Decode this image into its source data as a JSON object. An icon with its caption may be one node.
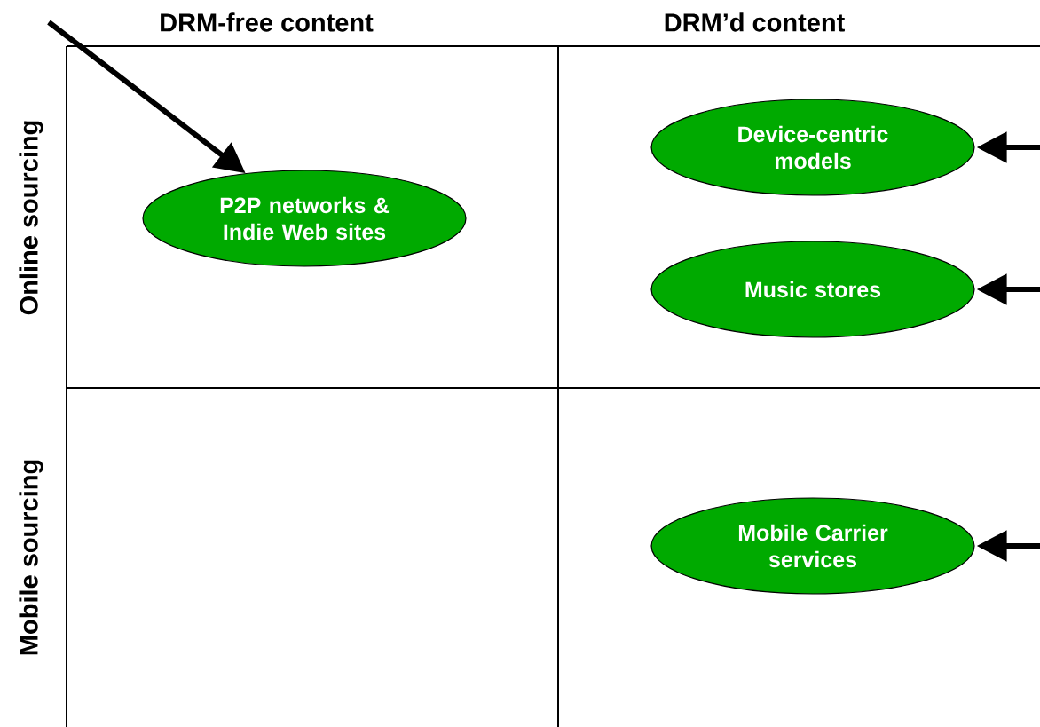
{
  "diagram": {
    "nodes": [
      {
        "text": [
          "P2P networks & Indie Web sites"
        ]
      },
      {
        "text": [
          "Device-centric models"
        ]
      },
      {
        "text": [
          "Music stores"
        ]
      },
      {
        "text": [
          "Mobile Carrier services"
        ]
      }
    ],
    "edges": [
      {
        "from": null,
        "to": 0,
        "arrow": "to"
      },
      {
        "from": null,
        "to": 1,
        "arrow": "to"
      },
      {
        "from": null,
        "to": 2,
        "arrow": "to"
      },
      {
        "from": null,
        "to": 3,
        "arrow": "to"
      }
    ],
    "labels": [
      "DRM-free content",
      "DRM’d content",
      "Online sourcing",
      "Mobile sourcing"
    ]
  }
}
